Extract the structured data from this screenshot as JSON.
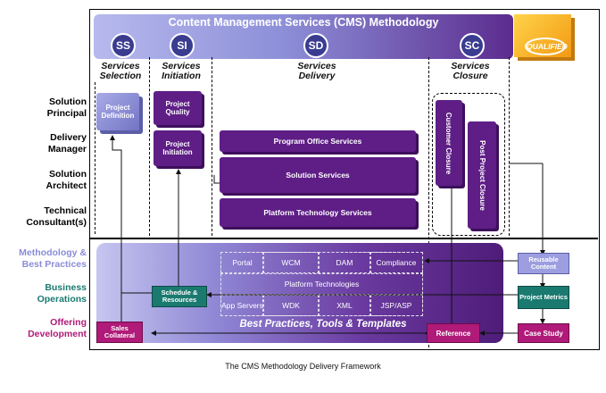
{
  "title": {
    "text": "Content Management Services (CMS) Methodology"
  },
  "qualified": "QUALIFIED",
  "phases": [
    {
      "abbr": "SS",
      "name": "Services Selection"
    },
    {
      "abbr": "SI",
      "name": "Services Initiation"
    },
    {
      "abbr": "SD",
      "name": "Services Delivery"
    },
    {
      "abbr": "SC",
      "name": "Services Closure"
    }
  ],
  "roles": [
    "Solution Principal",
    "Delivery Manager",
    "Solution Architect",
    "Technical Consultant(s)"
  ],
  "lower_rows": [
    "Methodology & Best Practices",
    "Business Operations",
    "Offering Development"
  ],
  "boxes": {
    "project_definition": "Project Definition",
    "project_quality": "Project Quality",
    "project_initiation": "Project Initiation",
    "program_office": "Program Office Services",
    "solution_services": "Solution Services",
    "platform_tech_services": "Platform Technology Services",
    "customer_closure": "Customer Closure",
    "post_project_closure": "Post Project Closure",
    "schedule_resources": "Schedule & Resources",
    "sales_collateral": "Sales Collateral",
    "reference": "Reference",
    "reusable_content": "Reusable Content",
    "project_metrics": "Project Metrics",
    "case_study": "Case Study"
  },
  "grid": {
    "row1": [
      "Portal",
      "WCM",
      "DAM",
      "Compliance"
    ],
    "platform": "Platform Technologies",
    "row3": [
      "App Servers",
      "WDK",
      "XML",
      "JSP/ASP"
    ]
  },
  "best_practices": "Best Practices, Tools & Templates",
  "caption": "The CMS Methodology Delivery Framework",
  "colors": {
    "purple": "#5e1e86",
    "lavender": "#9c9ee0",
    "teal": "#1a7a70",
    "magenta": "#b01a78",
    "gold": "#f6b41c"
  }
}
